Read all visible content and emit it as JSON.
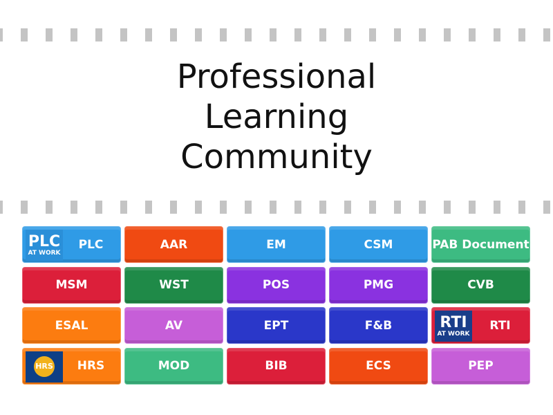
{
  "title": "Professional Learning Community",
  "tiles": [
    {
      "label": "PLC",
      "color": "#2f9be6",
      "logo": "PLC AT WORK"
    },
    {
      "label": "AAR",
      "color": "#f04a12"
    },
    {
      "label": "EM",
      "color": "#2f9be6"
    },
    {
      "label": "CSM",
      "color": "#2f9be6"
    },
    {
      "label": "PAB Document",
      "color": "#3dbb82"
    },
    {
      "label": "MSM",
      "color": "#dc1f3a"
    },
    {
      "label": "WST",
      "color": "#1f8a48"
    },
    {
      "label": "POS",
      "color": "#8a32e0"
    },
    {
      "label": "PMG",
      "color": "#8a32e0"
    },
    {
      "label": "CVB",
      "color": "#1f8a48"
    },
    {
      "label": "ESAL",
      "color": "#fc7c10"
    },
    {
      "label": "AV",
      "color": "#c65ed8"
    },
    {
      "label": "EPT",
      "color": "#2a37c9"
    },
    {
      "label": "F&B",
      "color": "#2a37c9"
    },
    {
      "label": "RTI",
      "color": "#dc1f3a",
      "logo": "RTI AT WORK"
    },
    {
      "label": "HRS",
      "color": "#fc7c10",
      "logo": "HRS"
    },
    {
      "label": "MOD",
      "color": "#3dbb82"
    },
    {
      "label": "BIB",
      "color": "#dc1f3a"
    },
    {
      "label": "ECS",
      "color": "#f04a12"
    },
    {
      "label": "PEP",
      "color": "#c65ed8"
    }
  ]
}
